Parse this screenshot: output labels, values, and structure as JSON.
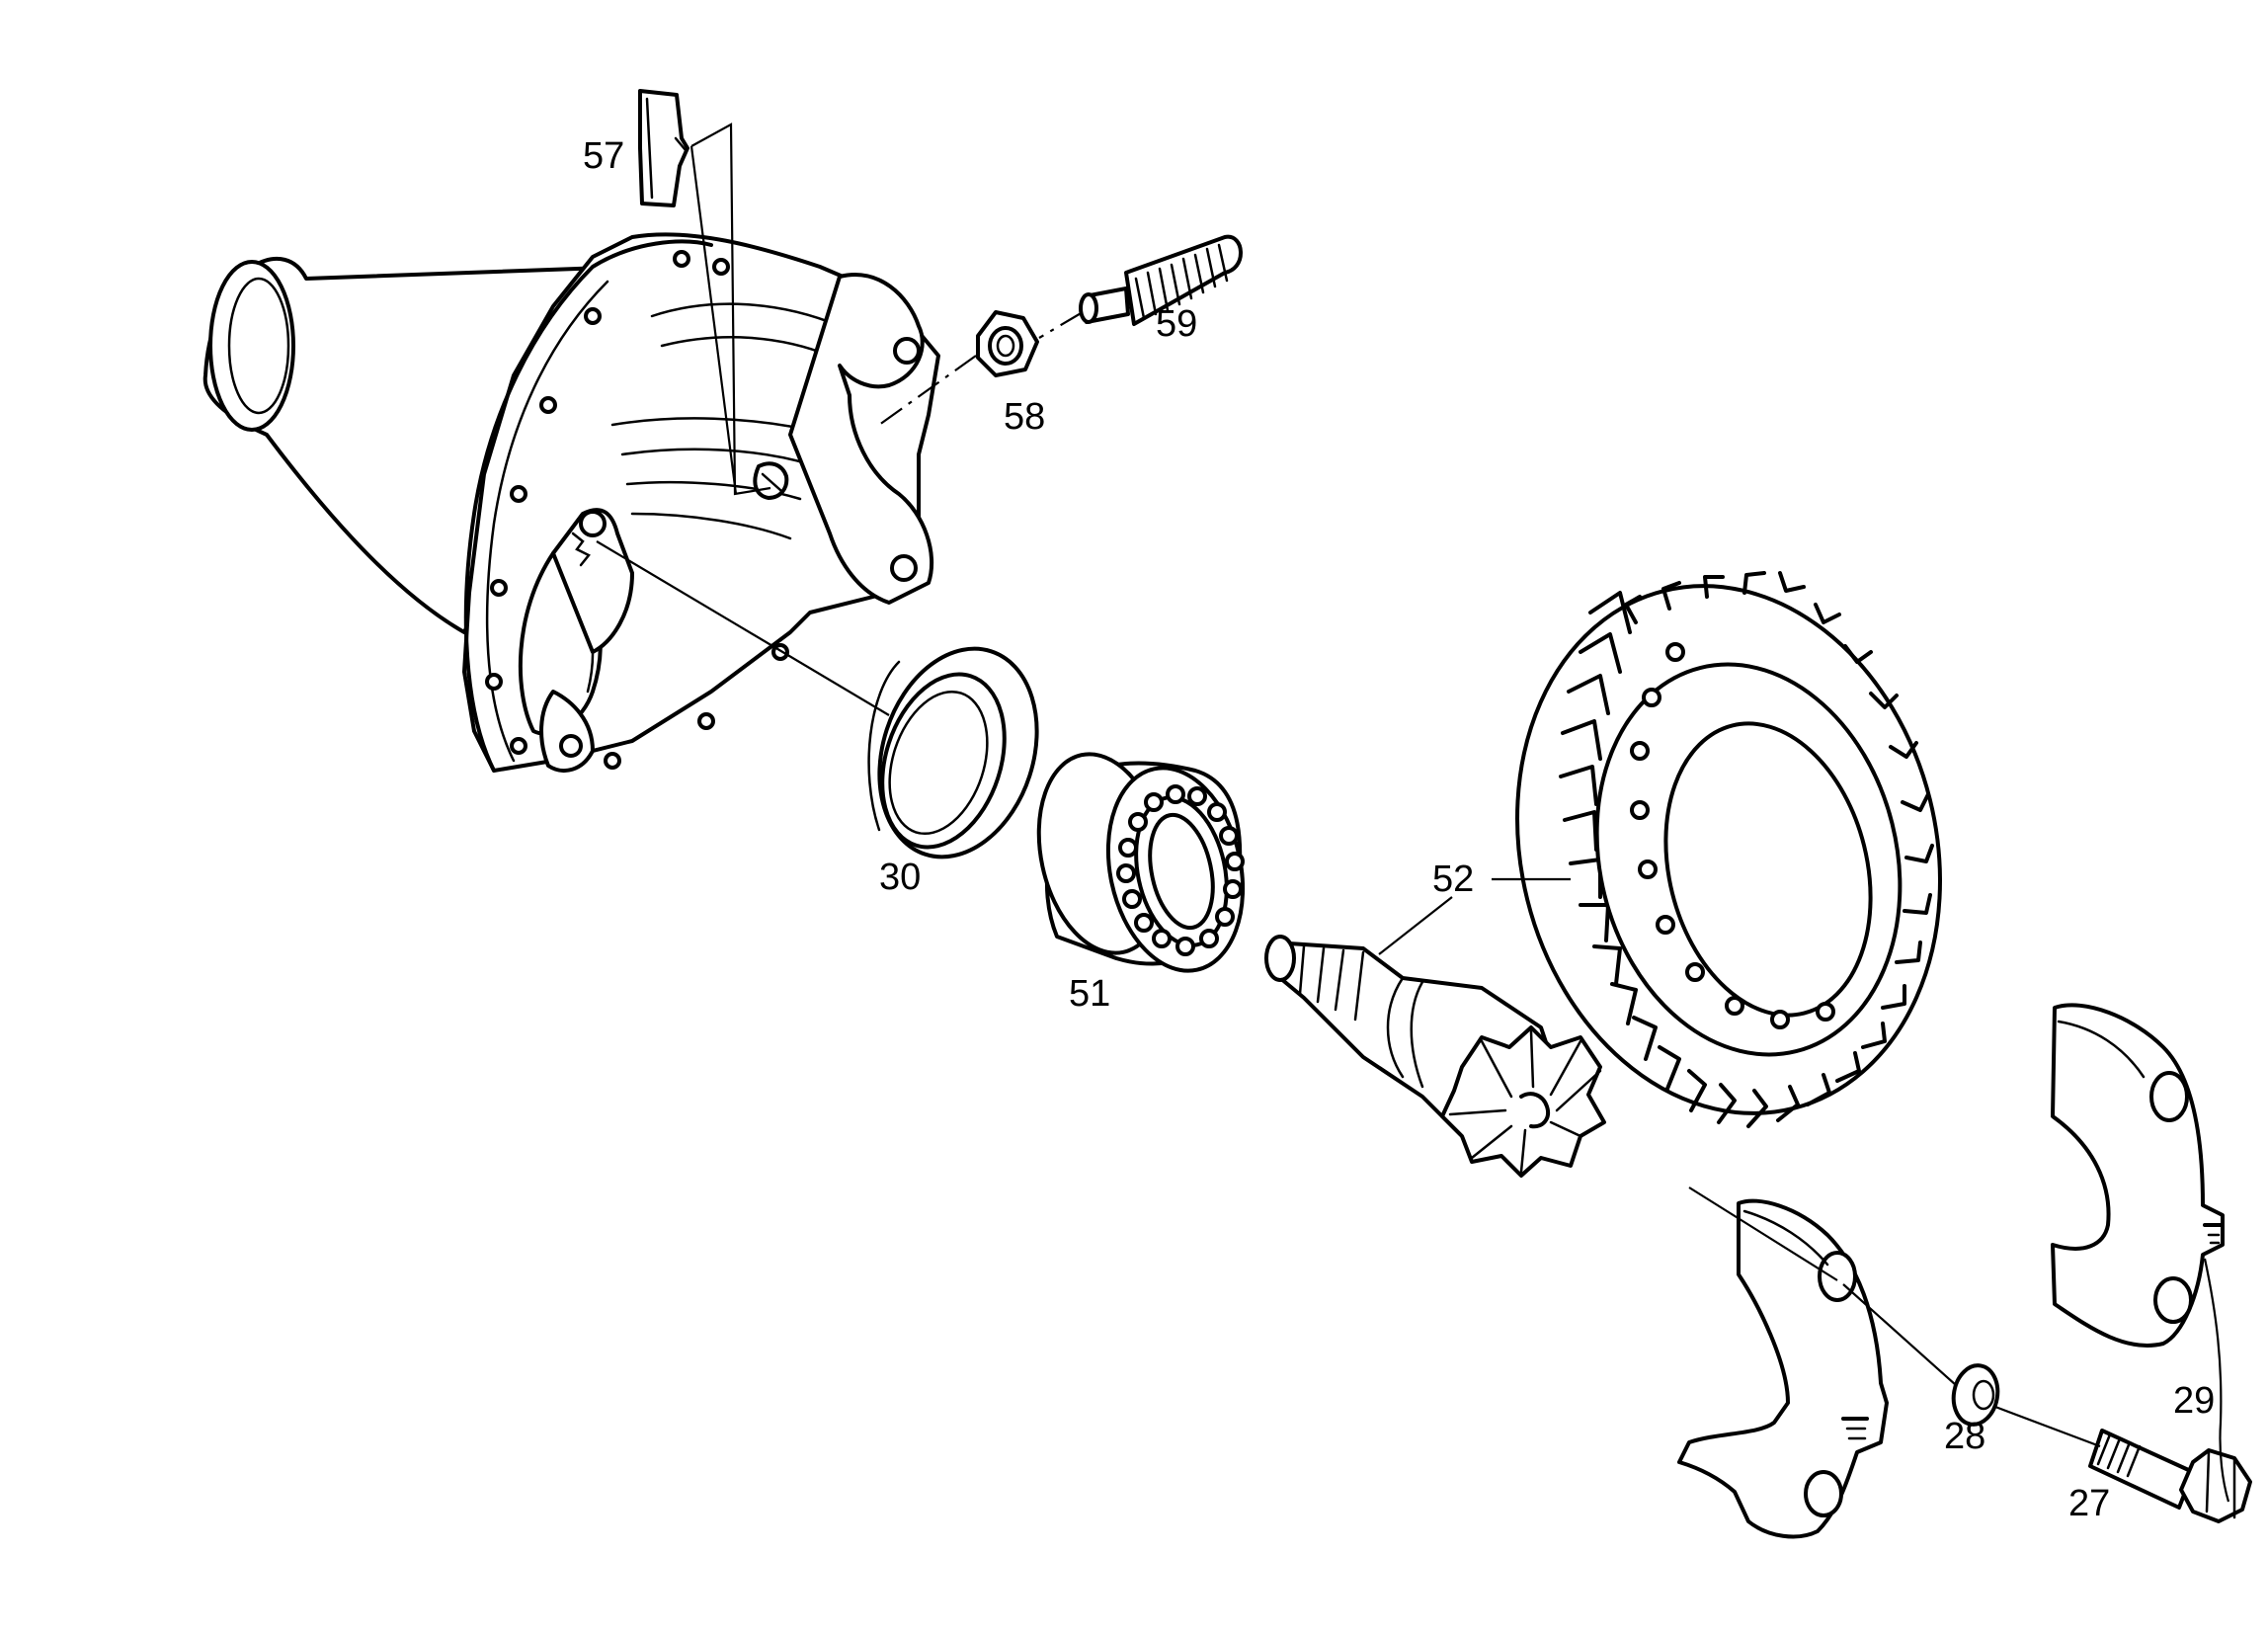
{
  "callouts": {
    "c57": "57",
    "c59": "59",
    "c58": "58",
    "c30": "30",
    "c51": "51",
    "c52": "52",
    "c29": "29",
    "c28": "28",
    "c27": "27"
  }
}
